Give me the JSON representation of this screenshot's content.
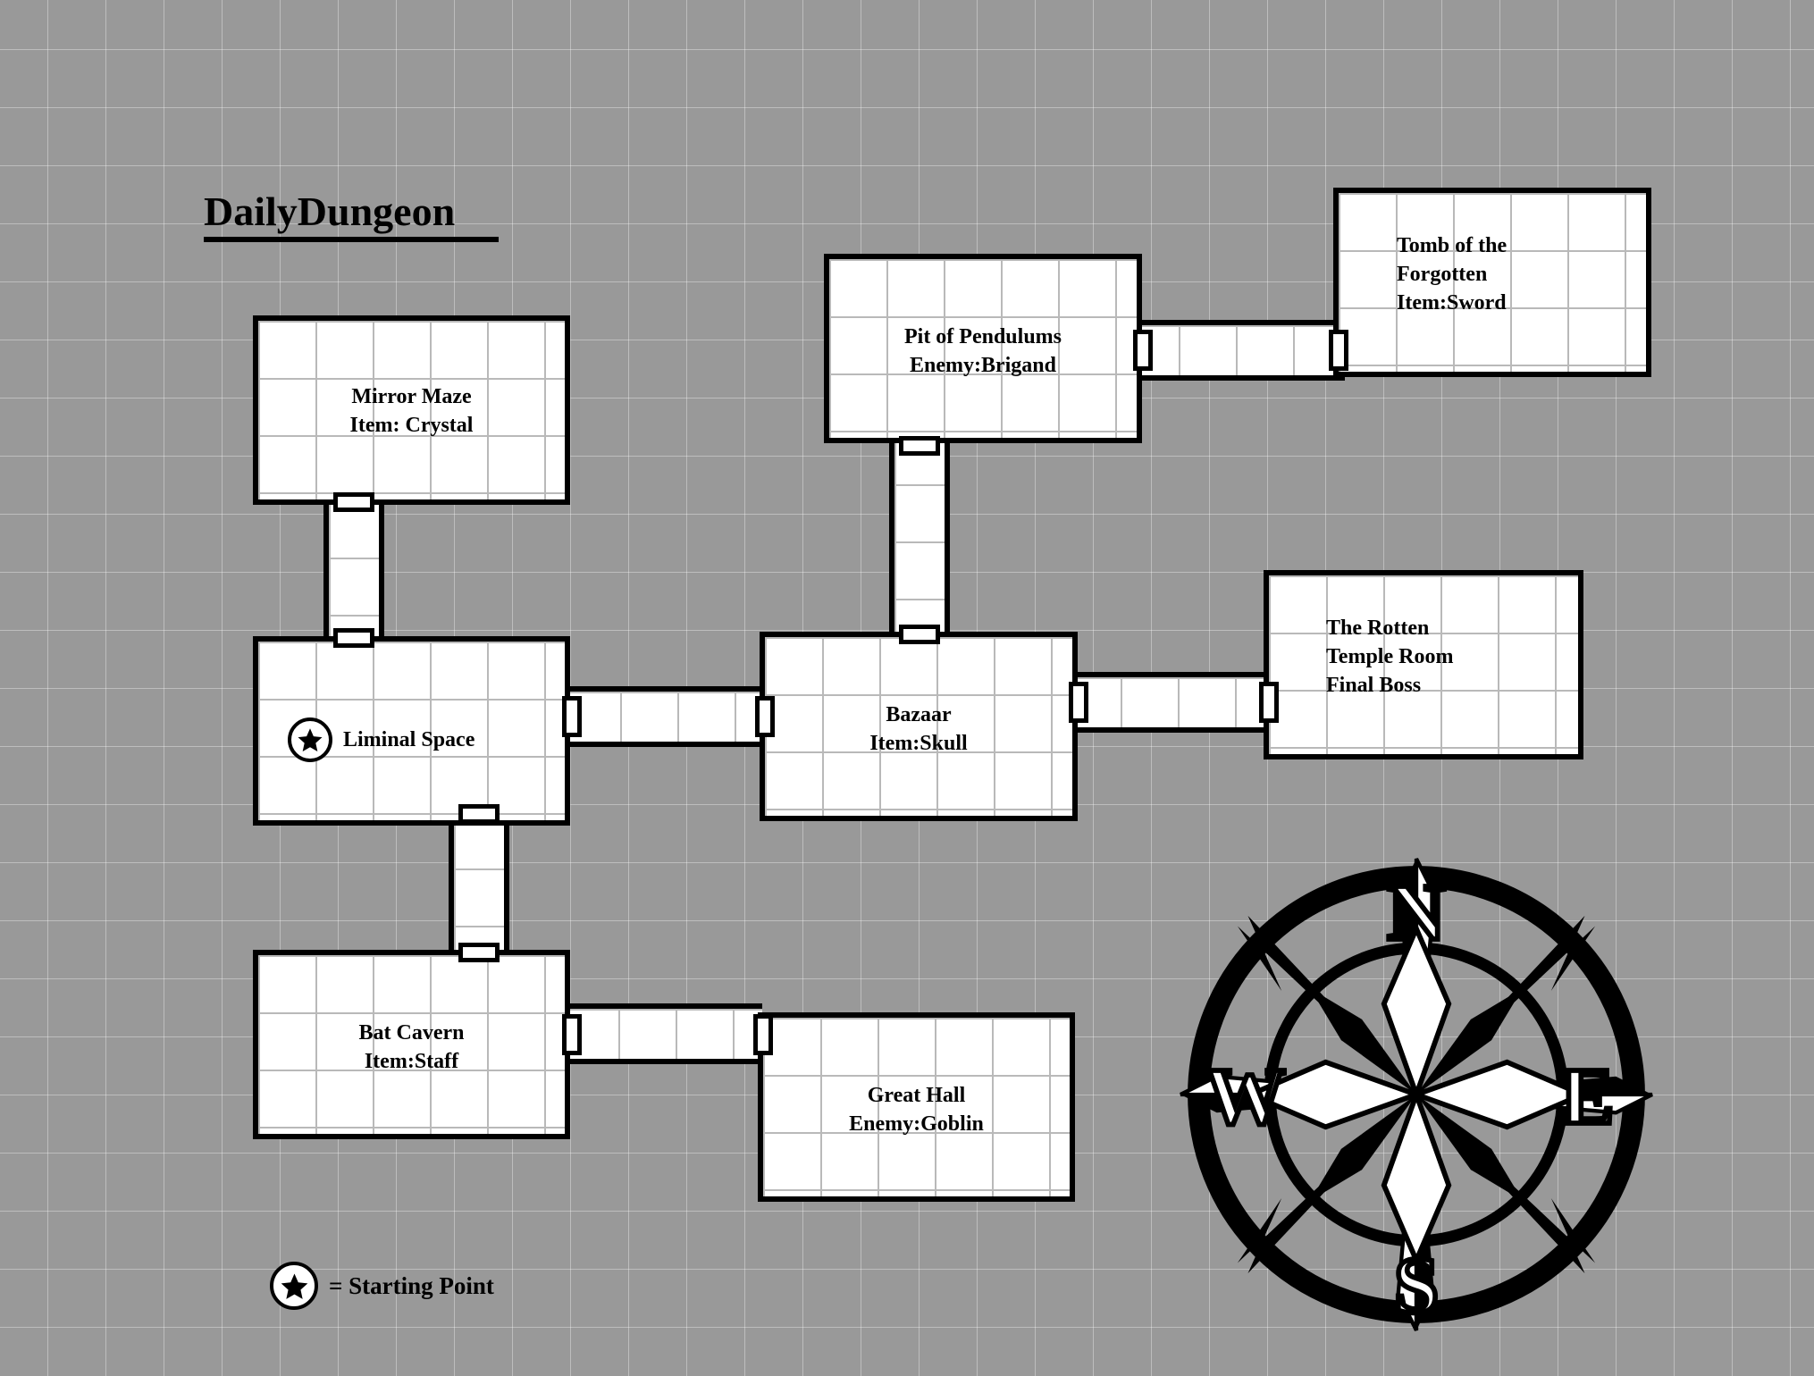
{
  "title": {
    "text": "DailyDungeon"
  },
  "legend": {
    "icon": "star-in-circle-icon",
    "text": "= Starting Point"
  },
  "compass": {
    "north": "N",
    "east": "E",
    "south": "S",
    "west": "W"
  },
  "colors": {
    "background": "#999999",
    "grid_line": "#ffffff",
    "room_fill": "#ffffff",
    "room_grid": "#b9b9b9",
    "wall": "#000000",
    "ink": "#000000"
  },
  "rooms": [
    {
      "id": "mirror-maze",
      "name": "Mirror Maze",
      "label": "Mirror Maze\nItem: Crystal",
      "item": "Crystal",
      "enemy": "",
      "align": "center",
      "start": false
    },
    {
      "id": "liminal-space",
      "name": "Liminal Space",
      "label": "Liminal Space",
      "item": "",
      "enemy": "",
      "align": "center",
      "start": true
    },
    {
      "id": "bat-cavern",
      "name": "Bat Cavern",
      "label": "Bat Cavern\nItem:Staff",
      "item": "Staff",
      "enemy": "",
      "align": "center",
      "start": false
    },
    {
      "id": "great-hall",
      "name": "Great Hall",
      "label": "Great Hall\nEnemy:Goblin",
      "item": "",
      "enemy": "Goblin",
      "align": "center",
      "start": false
    },
    {
      "id": "bazaar",
      "name": "Bazaar",
      "label": "Bazaar\nItem:Skull",
      "item": "Skull",
      "enemy": "",
      "align": "center",
      "start": false
    },
    {
      "id": "pit-of-pendulums",
      "name": "Pit of Pendulums",
      "label": "Pit of Pendulums\nEnemy:Brigand",
      "item": "",
      "enemy": "Brigand",
      "align": "center",
      "start": false
    },
    {
      "id": "tomb-of-the-forgotten",
      "name": "Tomb of the Forgotten",
      "label": "Tomb of the\nForgotten\nItem:Sword",
      "item": "Sword",
      "enemy": "",
      "align": "left",
      "start": false
    },
    {
      "id": "rotten-temple-room",
      "name": "The Rotten Temple Room",
      "label": "The Rotten\nTemple Room\nFinal Boss",
      "item": "",
      "enemy": "Final Boss",
      "align": "left",
      "start": false
    }
  ],
  "corridors": [
    {
      "id": "mirror-maze-to-liminal-space",
      "from": "mirror-maze",
      "to": "liminal-space",
      "orientation": "vertical"
    },
    {
      "id": "liminal-space-to-bazaar",
      "from": "liminal-space",
      "to": "bazaar",
      "orientation": "horizontal"
    },
    {
      "id": "liminal-space-to-bat-cavern",
      "from": "liminal-space",
      "to": "bat-cavern",
      "orientation": "vertical"
    },
    {
      "id": "bat-cavern-to-great-hall",
      "from": "bat-cavern",
      "to": "great-hall",
      "orientation": "horizontal"
    },
    {
      "id": "bazaar-to-pit-of-pendulums",
      "from": "bazaar",
      "to": "pit-of-pendulums",
      "orientation": "vertical"
    },
    {
      "id": "bazaar-to-rotten-temple-room",
      "from": "bazaar",
      "to": "rotten-temple-room",
      "orientation": "horizontal"
    },
    {
      "id": "pit-of-pendulums-to-tomb",
      "from": "pit-of-pendulums",
      "to": "tomb-of-the-forgotten",
      "orientation": "horizontal"
    }
  ]
}
